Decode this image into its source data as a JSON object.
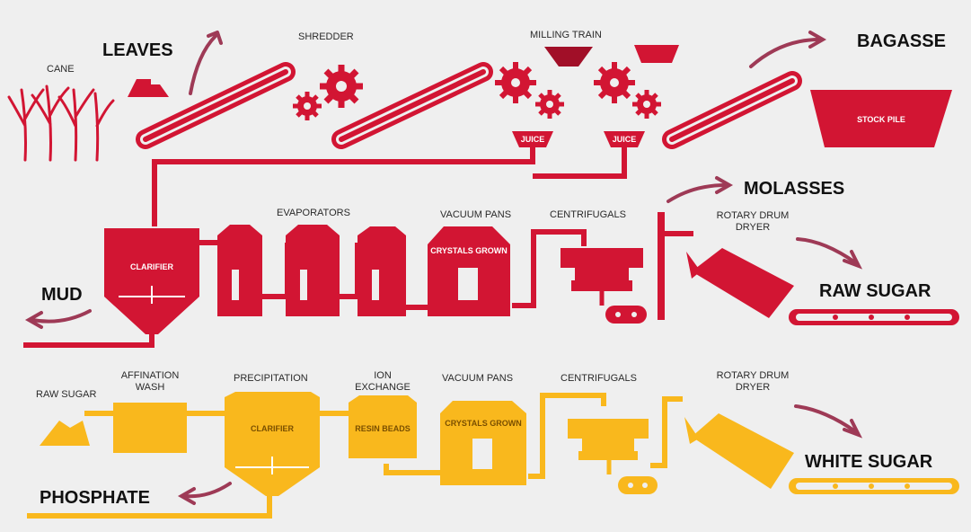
{
  "colors": {
    "red": "#d21533",
    "red_dark": "#a10f28",
    "yellow": "#f9b81d",
    "yellow_dark": "#d99a0a",
    "arrow": "#9e3a56",
    "background": "#efefef"
  },
  "raw_line": {
    "cane": "CANE",
    "leaves": "LEAVES",
    "shredder": "SHREDDER",
    "milling_train": "MILLING TRAIN",
    "bagasse": "BAGASSE",
    "stock_pile": "STOCK PILE",
    "juice_1": "JUICE",
    "juice_2": "JUICE",
    "evaporators": "EVAPORATORS",
    "vacuum_pans": "VACUUM PANS",
    "crystals_grown": "CRYSTALS GROWN",
    "centrifugals": "CENTRIFUGALS",
    "molasses": "MOLASSES",
    "rotary_drum_dryer": "ROTARY DRUM DRYER",
    "raw_sugar": "RAW SUGAR",
    "clarifier": "CLARIFIER",
    "mud": "MUD"
  },
  "refining_line": {
    "raw_sugar": "RAW SUGAR",
    "affination_wash": "AFFINATION WASH",
    "precipitation": "PRECIPITATION",
    "ion_exchange": "ION EXCHANGE",
    "resin_beads": "RESIN BEADS",
    "vacuum_pans": "VACUUM PANS",
    "crystals_grown": "CRYSTALS GROWN",
    "centrifugals": "CENTRIFUGALS",
    "rotary_drum_dryer": "ROTARY DRUM DRYER",
    "white_sugar": "WHITE SUGAR",
    "clarifier": "CLARIFIER",
    "phosphate": "PHOSPHATE"
  }
}
